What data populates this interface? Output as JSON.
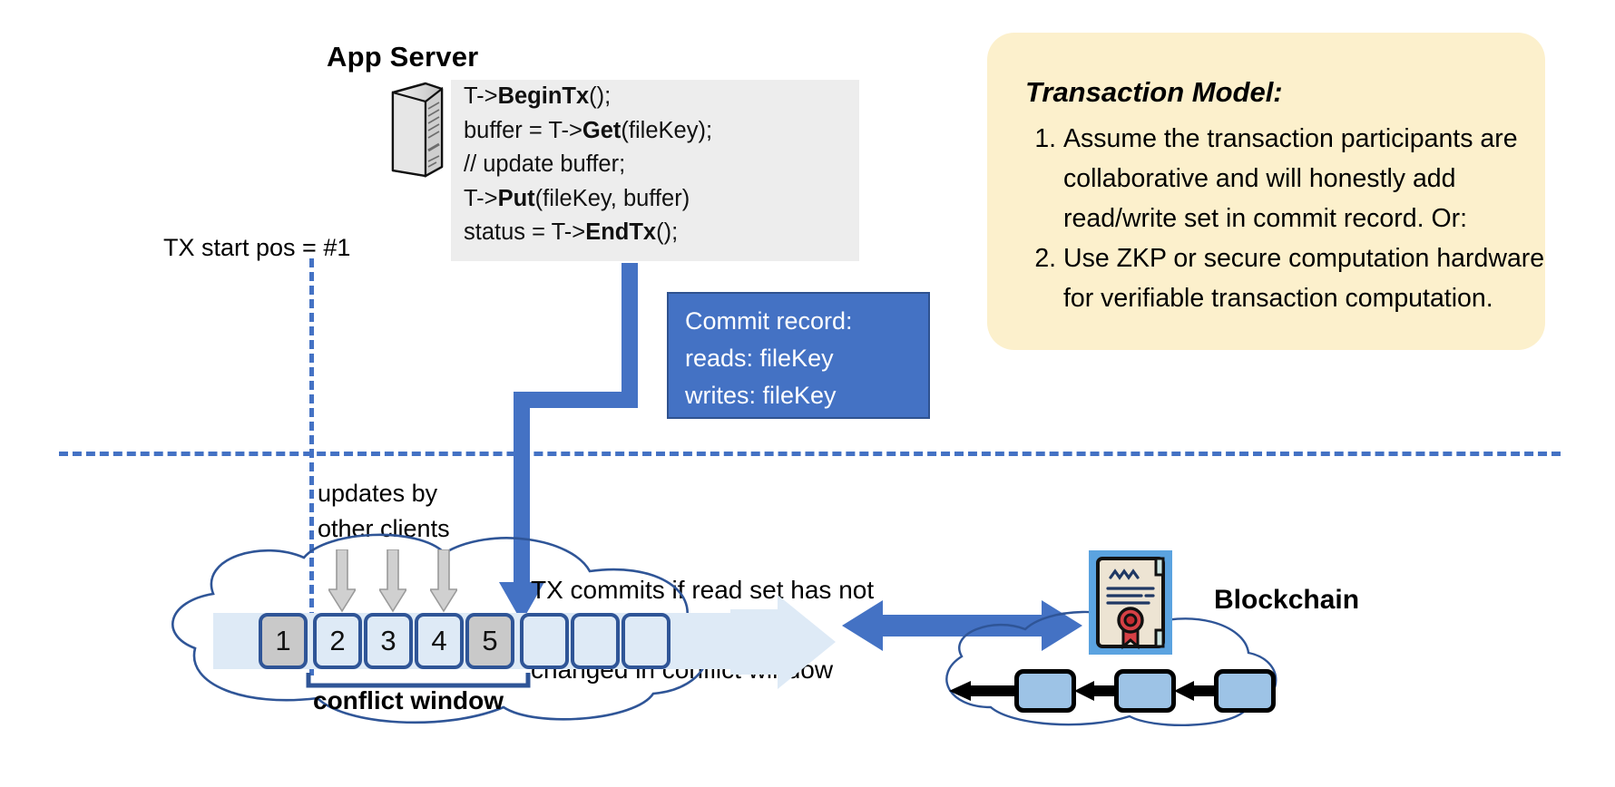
{
  "diagram": {
    "title": "Transactional blockchain-backed ledger diagram",
    "colors": {
      "accent_blue": "#4472C4",
      "dark_blue": "#2F5597",
      "light_blue_fill": "#DEEAF6",
      "block_gray": "#C9C9C9",
      "panel_yellow": "#FCF0CC",
      "code_bg": "#EDEDED",
      "bc_block_blue": "#9DC3E6",
      "seal_red": "#D64045"
    }
  },
  "app_server": {
    "title": "App Server",
    "icon": "server-tower-icon",
    "code_lines": [
      {
        "pre": "T->",
        "bold": "BeginTx",
        "post": "();"
      },
      {
        "pre": "buffer = T->",
        "bold": "Get",
        "post": "(fileKey);"
      },
      {
        "pre": "// update buffer;",
        "bold": "",
        "post": ""
      },
      {
        "pre": "T->",
        "bold": "Put",
        "post": "(fileKey, buffer)"
      },
      {
        "pre": "status = T->",
        "bold": "EndTx",
        "post": "();"
      }
    ]
  },
  "commit_record": {
    "lines": [
      "Commit record:",
      "reads: fileKey",
      "writes: fileKey"
    ]
  },
  "labels": {
    "tx_start_pos": "TX start pos = #1",
    "updates_by_other_clients_l1": "updates by",
    "updates_by_other_clients_l2": "other clients",
    "tx_commits_l1": "TX commits if read set has not",
    "tx_commits_l2": "changed in conflict window",
    "conflict_window": "conflict window",
    "blockchain": "Blockchain"
  },
  "ledger": {
    "blocks": [
      {
        "label": "1",
        "state": "filled"
      },
      {
        "label": "2",
        "state": "light"
      },
      {
        "label": "3",
        "state": "light"
      },
      {
        "label": "4",
        "state": "light"
      },
      {
        "label": "5",
        "state": "filled"
      },
      {
        "label": "",
        "state": "empty"
      },
      {
        "label": "",
        "state": "empty"
      },
      {
        "label": "",
        "state": "empty"
      }
    ],
    "update_arrow_count": 3
  },
  "blockchain": {
    "block_count": 3,
    "cert_icon": "certificate-seal-icon",
    "link_arrow": "left-arrow-icon"
  },
  "transaction_model": {
    "title": "Transaction Model:",
    "items": [
      "Assume the transaction participants are collaborative and will honestly add read/write set in commit record.  Or:",
      "Use ZKP or secure computation hardware for verifiable transaction computation."
    ]
  }
}
